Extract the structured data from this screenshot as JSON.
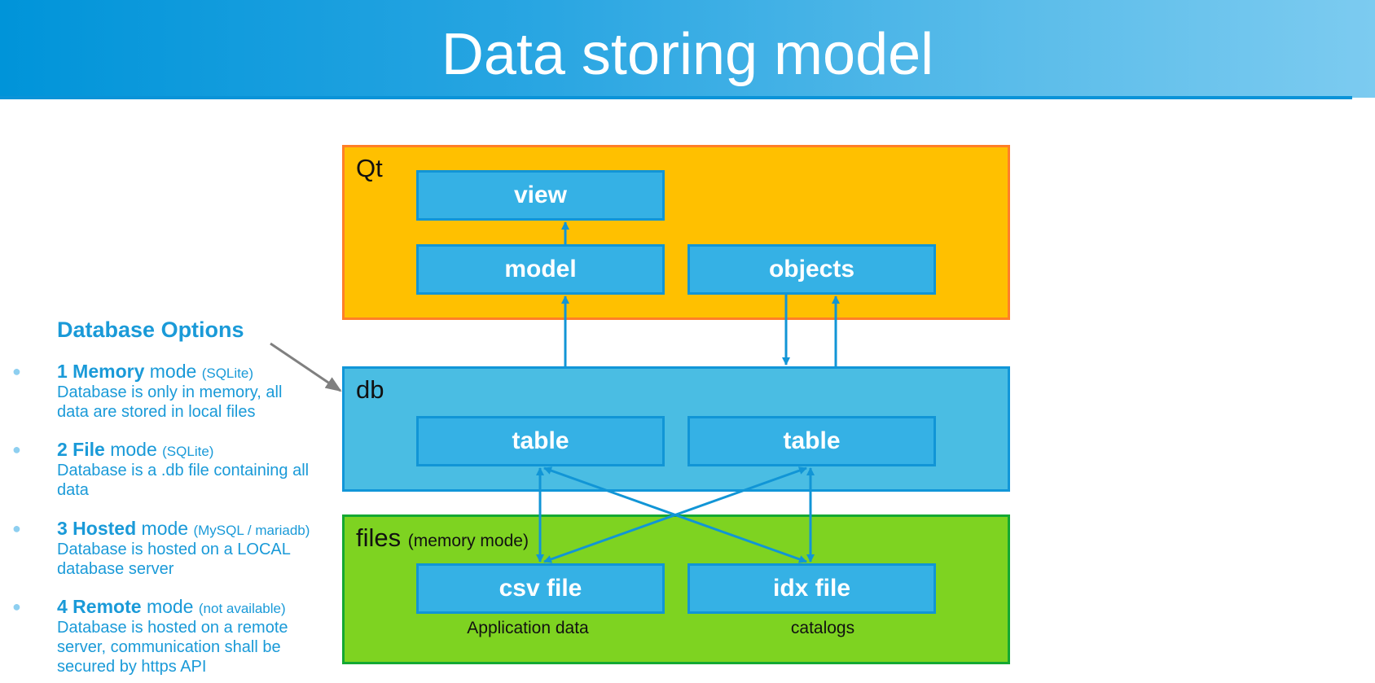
{
  "title": "Data storing model",
  "colors": {
    "header_start": "#0094d9",
    "header_end": "#7ccbf0",
    "qt_fill": "#ffc000",
    "qt_border": "#ff7f27",
    "db_fill": "#4abde3",
    "db_border": "#1196d8",
    "files_fill": "#7ed321",
    "files_border": "#14a832",
    "node_fill": "#35b1e5",
    "arrow": "#1195d6",
    "text_accent": "#1a9ad8"
  },
  "sidebar": {
    "heading": "Database Options",
    "options": [
      {
        "number_name": "1 Memory",
        "mode": "mode",
        "tech": "(SQLite)",
        "description": "Database is only in memory, all data are stored in local files"
      },
      {
        "number_name": "2 File",
        "mode": "mode",
        "tech": "(SQLite)",
        "description": "Database is a .db file containing all data"
      },
      {
        "number_name": "3 Hosted",
        "mode": "mode",
        "tech": "(MySQL / mariadb)",
        "description": "Database is hosted on a LOCAL database server"
      },
      {
        "number_name": "4 Remote",
        "mode": "mode",
        "tech": "(not available)",
        "description": "Database is hosted on a remote server, communication shall be secured by https API"
      }
    ]
  },
  "diagram": {
    "qt": {
      "label": "Qt",
      "nodes": {
        "view": "view",
        "model": "model",
        "objects": "objects"
      }
    },
    "db": {
      "label": "db",
      "nodes": {
        "table_left": "table",
        "table_right": "table"
      }
    },
    "files": {
      "label": "files",
      "sublabel": "(memory mode)",
      "nodes": {
        "csv": "csv file",
        "idx": "idx file"
      },
      "captions": {
        "csv": "Application data",
        "idx": "catalogs"
      }
    }
  }
}
